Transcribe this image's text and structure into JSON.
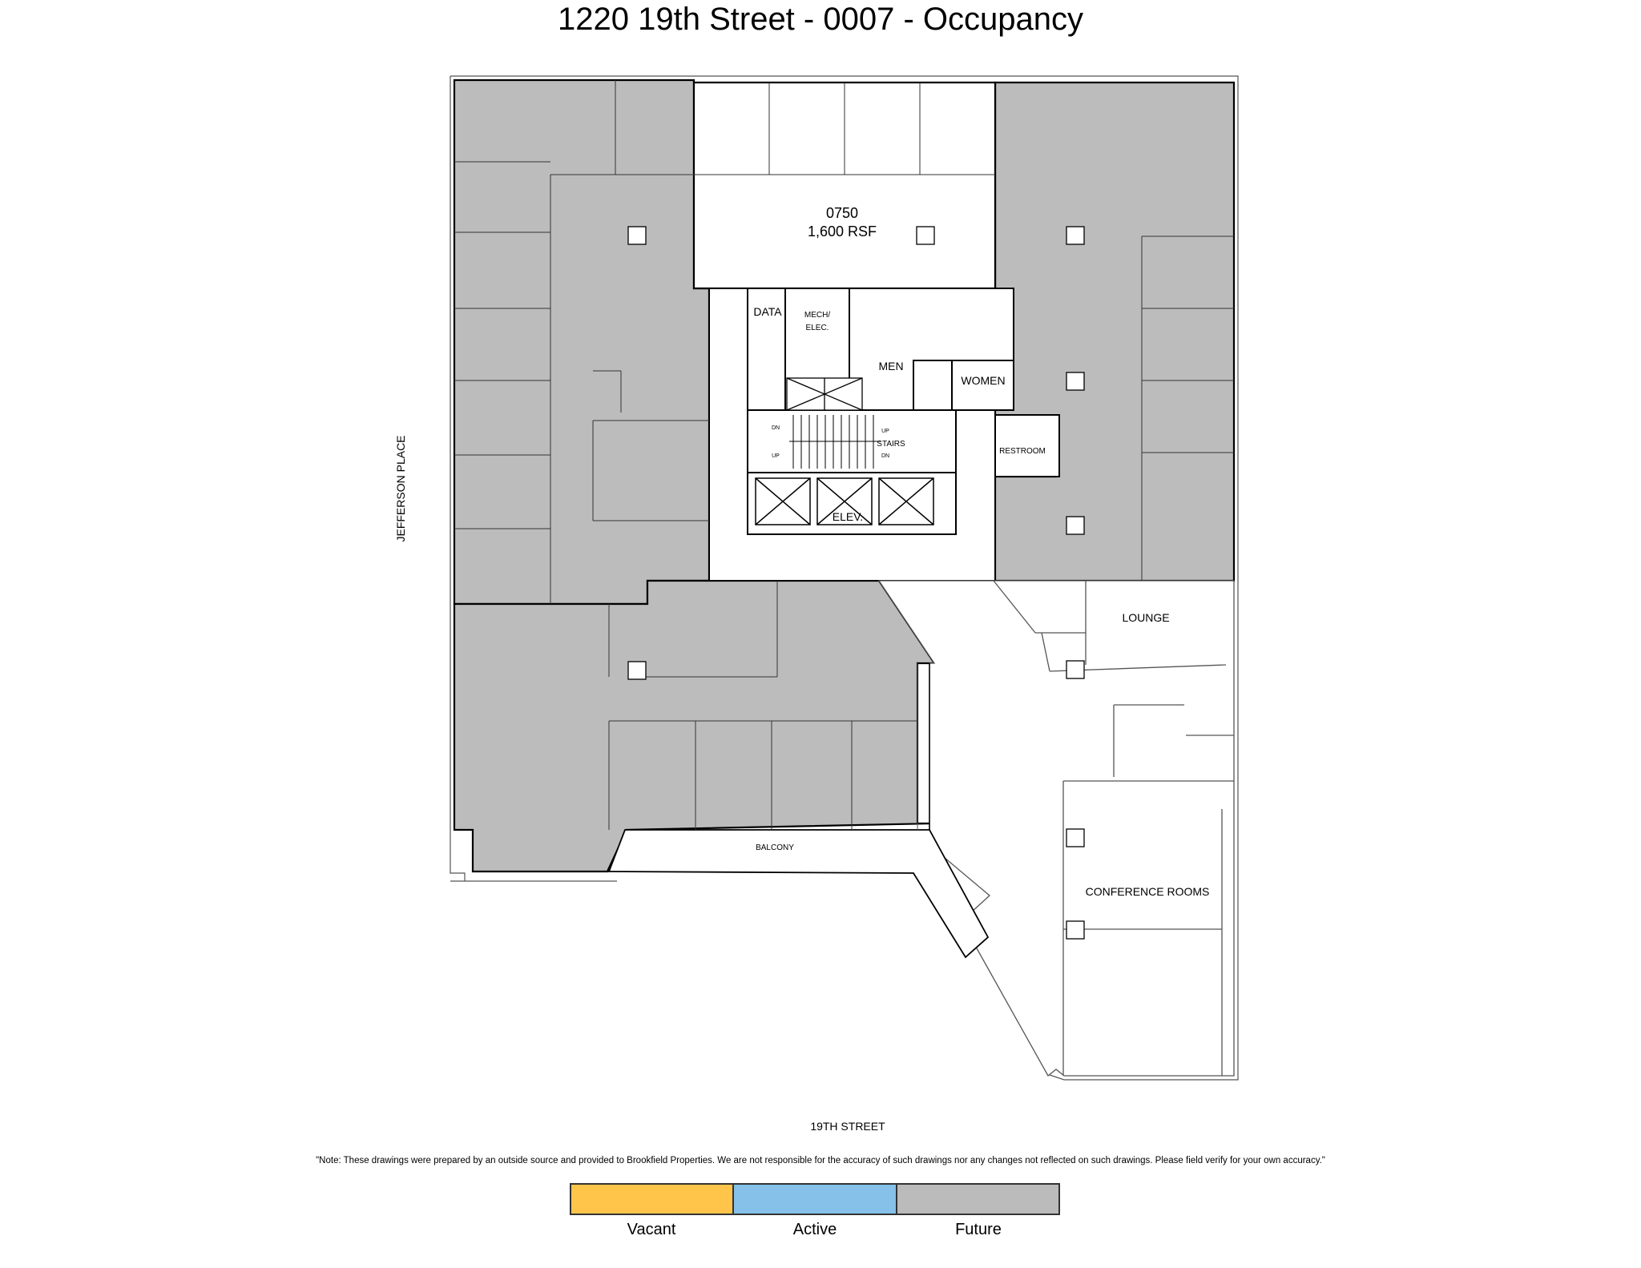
{
  "title": "1220 19th Street - 0007 - Occupancy",
  "suite": {
    "number": "0750",
    "area": "1,600   RSF"
  },
  "rooms": {
    "data": "DATA",
    "mech_line1": "MECH/",
    "mech_line2": "ELEC.",
    "men": "MEN",
    "women": "WOMEN",
    "stairs": "STAIRS",
    "restroom": "RESTROOM",
    "elev": "ELEV.",
    "lounge": "LOUNGE",
    "conference": "CONFERENCE ROOMS",
    "balcony": "BALCONY",
    "dn_1": "DN",
    "up_1": "UP",
    "dn_2": "DN",
    "up_2": "UP"
  },
  "streets": {
    "west": "JEFFERSON PLACE",
    "south": "19TH STREET"
  },
  "note": "\"Note: These drawings were prepared by an outside source and provided to Brookfield Properties.  We are not responsible for the accuracy of such drawings nor any changes not reflected on such drawings.  Please field verify for your own accuracy.\"",
  "legend": [
    {
      "label": "Vacant",
      "color": "#FFC54B"
    },
    {
      "label": "Active",
      "color": "#85C1E9"
    },
    {
      "label": "Future",
      "color": "#BBBBBB"
    }
  ],
  "colors": {
    "future_fill": "#BCBCBC",
    "line": "#000000"
  }
}
